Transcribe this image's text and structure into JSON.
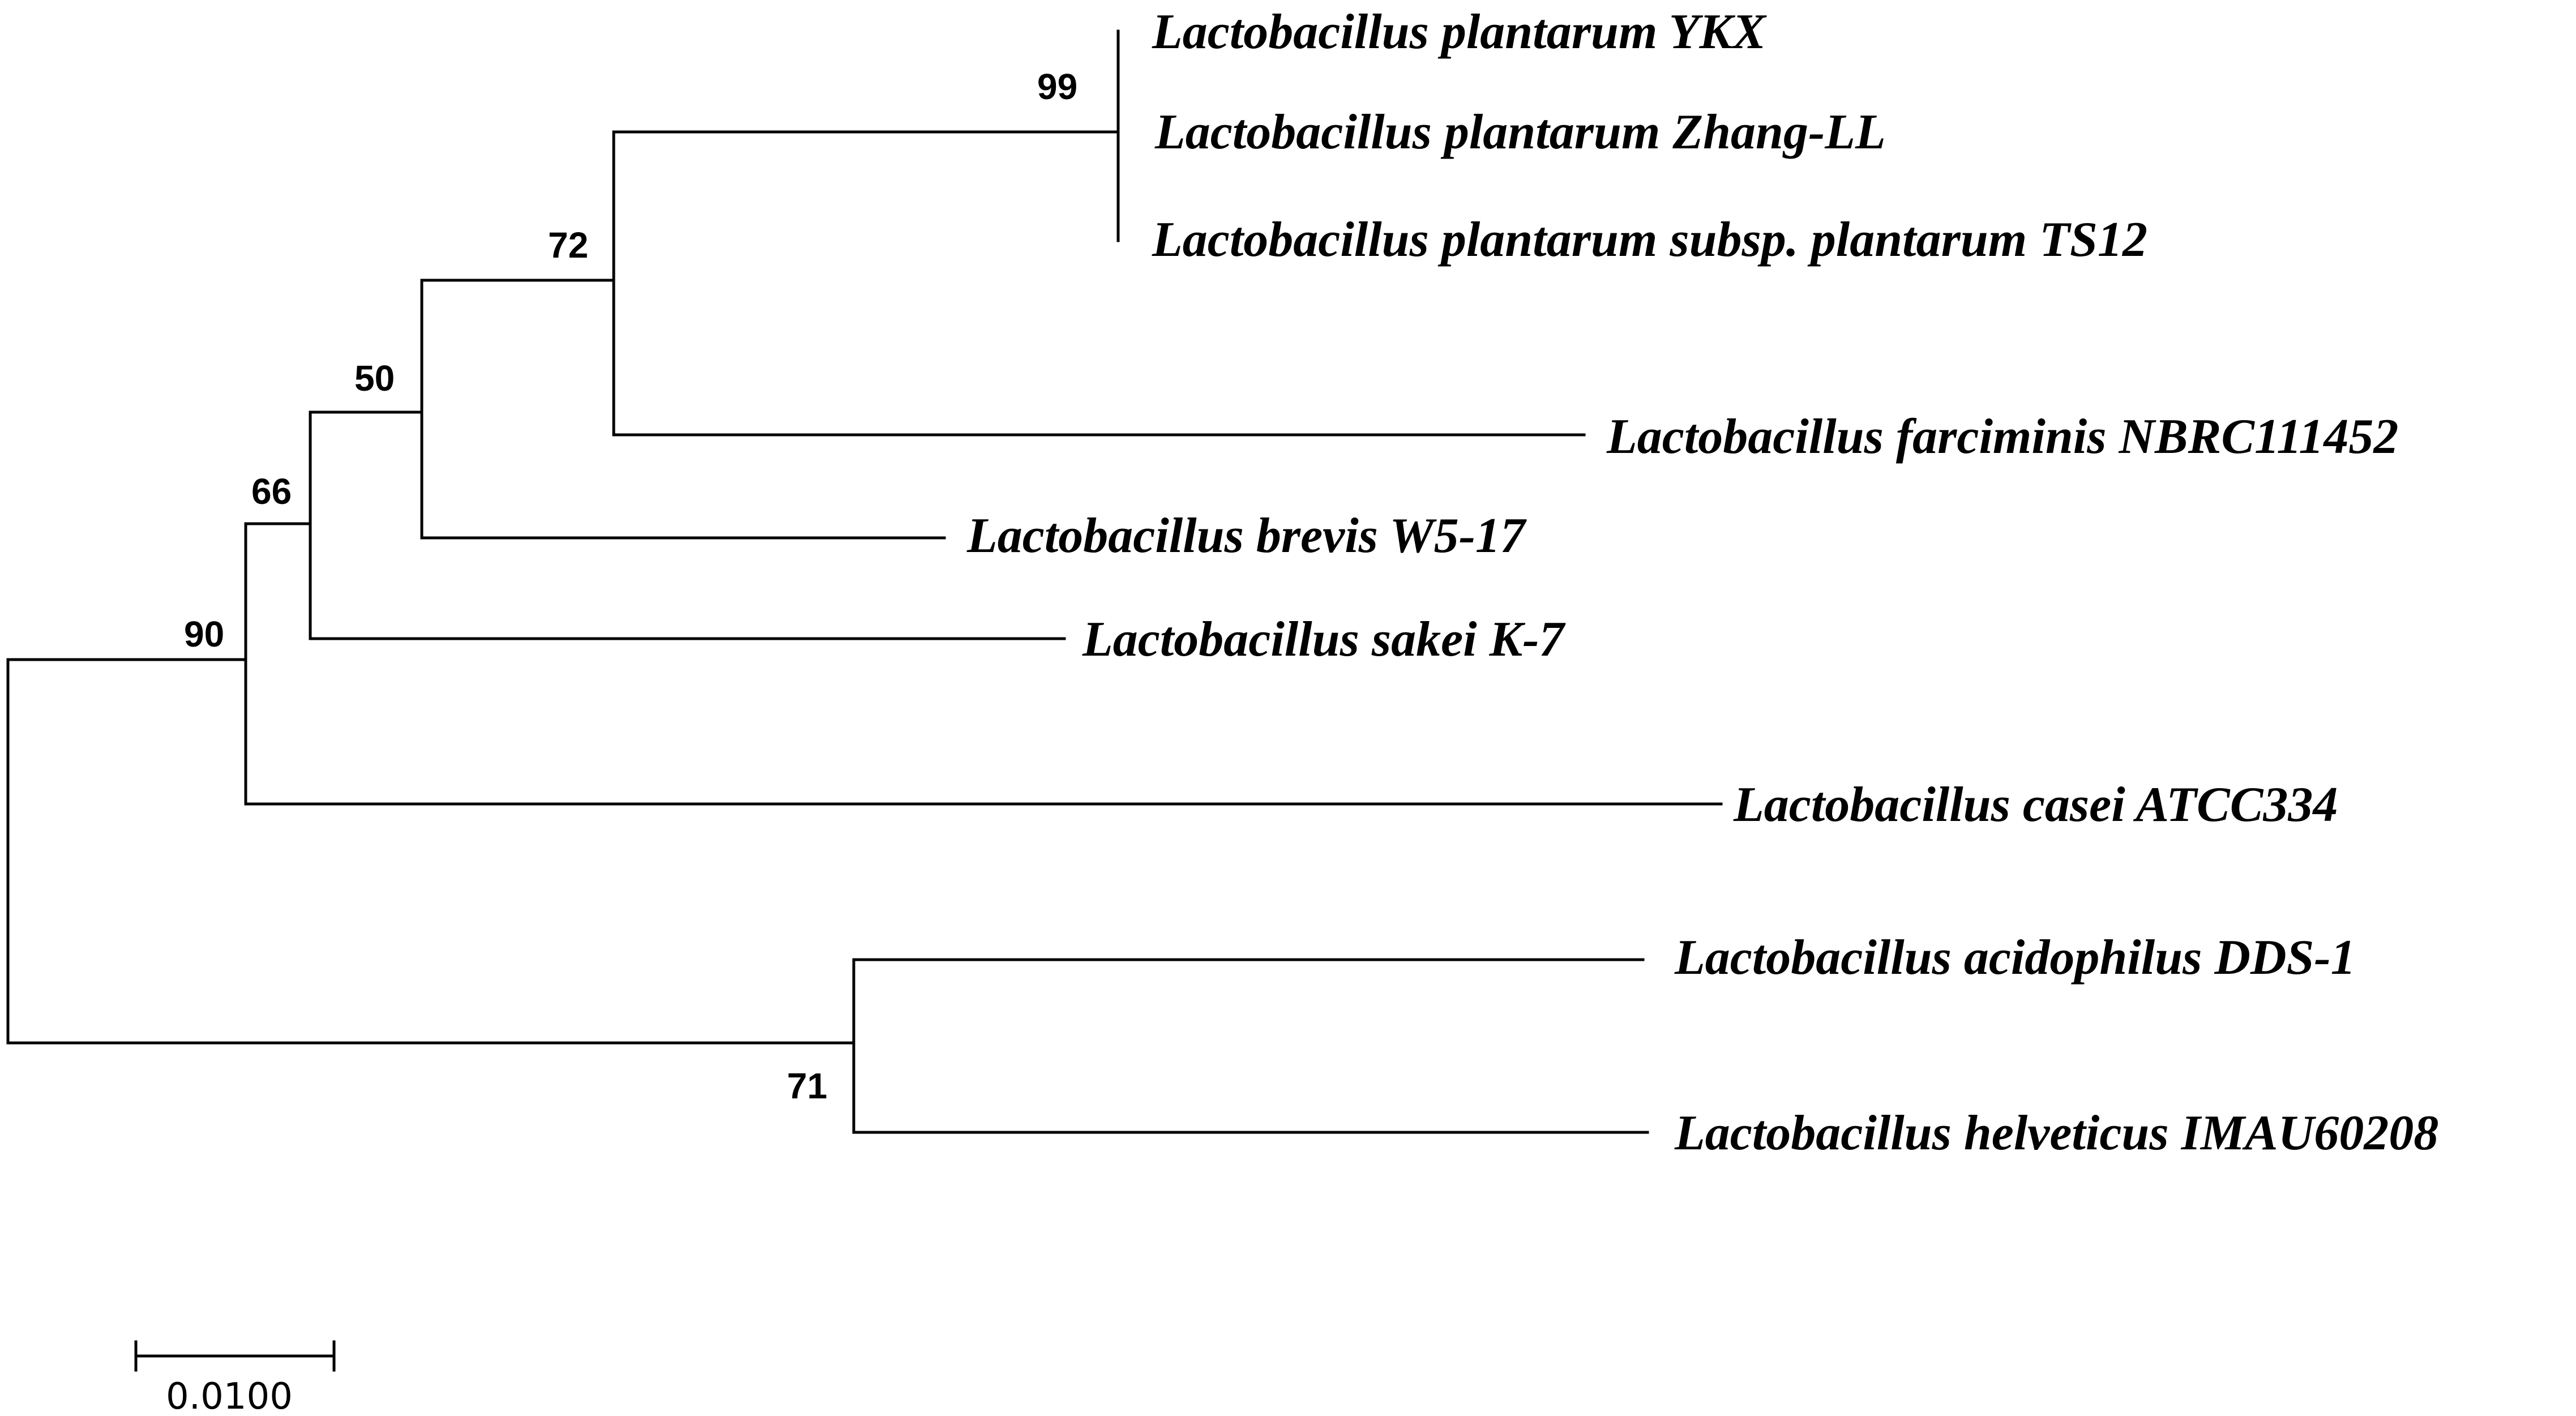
{
  "tree": {
    "taxa": [
      "Lactobacillus plantarum YKX",
      "Lactobacillus plantarum Zhang-LL",
      "Lactobacillus plantarum subsp. plantarum TS12",
      "Lactobacillus farciminis NBRC111452",
      "Lactobacillus brevis W5-17",
      "Lactobacillus sakei K-7",
      "Lactobacillus casei ATCC334",
      "Lactobacillus acidophilus DDS-1",
      "Lactobacillus helveticus IMAU60208"
    ],
    "support": {
      "n99": "99",
      "n72": "72",
      "n50": "50",
      "n66": "66",
      "n90": "90",
      "n71": "71"
    },
    "scale_bar": {
      "label": "0.0100",
      "length": 0.01
    }
  }
}
